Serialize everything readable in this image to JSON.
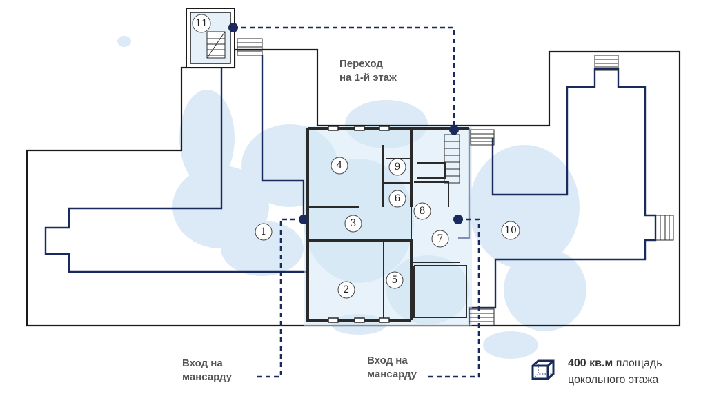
{
  "labels": {
    "transition": [
      "Переход",
      "на 1-й этаж"
    ],
    "entrance_left": [
      "Вход на",
      "мансарду"
    ],
    "entrance_right": [
      "Вход на",
      "мансарду"
    ]
  },
  "legend": {
    "area_value": "400 кв.м",
    "area_text_1": "площадь",
    "area_text_2": "цокольного этажа",
    "icon": "cube-icon"
  },
  "rooms": [
    "1",
    "2",
    "3",
    "4",
    "5",
    "6",
    "7",
    "8",
    "9",
    "10",
    "11"
  ],
  "colors": {
    "outline": "#1a1a1a",
    "navy": "#1b2a5c",
    "water": "#bcd9ee"
  }
}
